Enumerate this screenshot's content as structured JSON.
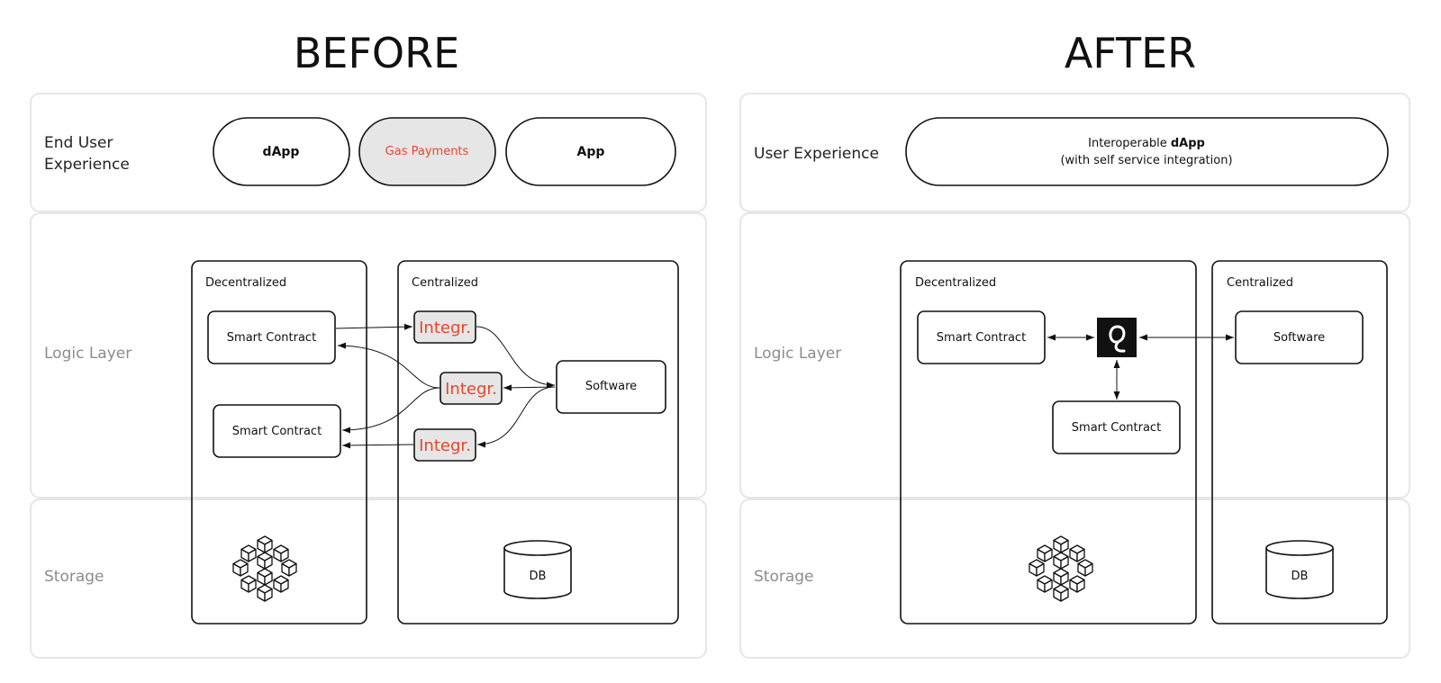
{
  "before": {
    "title": "BEFORE",
    "rows": {
      "ux_label_line1": "End User",
      "ux_label_line2": "Experience",
      "logic_label": "Logic Layer",
      "storage_label": "Storage"
    },
    "pills": {
      "dapp": "dApp",
      "gas": "Gas Payments",
      "app": "App"
    },
    "decentralized": {
      "title": "Decentralized",
      "smart_contract_1": "Smart Contract",
      "smart_contract_2": "Smart Contract"
    },
    "centralized": {
      "title": "Centralized",
      "integration_1": "Integr.",
      "integration_2": "Integr.",
      "integration_3": "Integr.",
      "software": "Software",
      "db": "DB"
    }
  },
  "after": {
    "title": "AFTER",
    "rows": {
      "ux_label": "User Experience",
      "logic_label": "Logic Layer",
      "storage_label": "Storage"
    },
    "pill": {
      "line1_prefix": "Interoperable ",
      "line1_bold": "dApp",
      "line2": "(with self service integration)"
    },
    "decentralized": {
      "title": "Decentralized",
      "smart_contract_1": "Smart Contract",
      "smart_contract_2": "Smart Contract"
    },
    "centralized": {
      "title": "Centralized",
      "software": "Software",
      "db": "DB"
    }
  },
  "colors": {
    "accent_red": "#e8472b",
    "highlight_grey": "#e6e6e6",
    "row_border": "#e6e6e6",
    "muted_label": "#8c8c8c"
  },
  "icons": {
    "storage_decentralized": "blockchain-cubes-icon",
    "storage_centralized": "database-cylinder-icon",
    "hub": "integration-hub-logo-icon"
  }
}
